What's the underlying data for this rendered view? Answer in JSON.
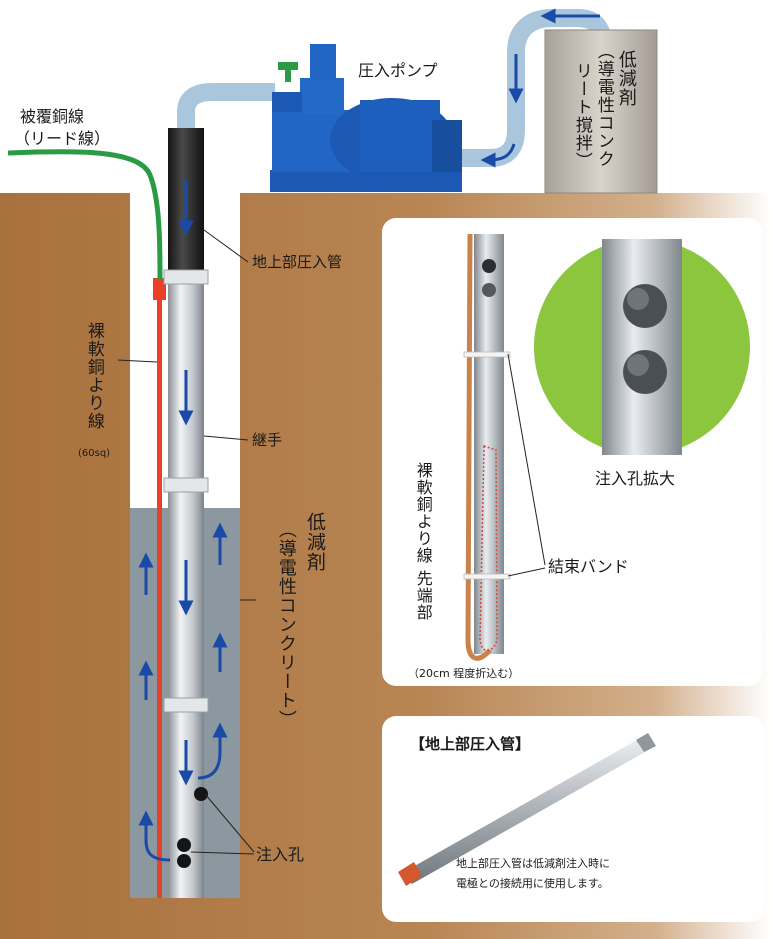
{
  "labels": {
    "pump": "圧入ポンプ",
    "tank_title": "低減剤",
    "tank_sub1": "（導電性コンク",
    "tank_sub2": "リート撹拌）",
    "lead_wire1": "被覆銅線",
    "lead_wire2": "（リード線）",
    "surface_pipe": "地上部圧入管",
    "joint": "継手",
    "copper_strand": "裸軟銅より線",
    "copper_spec": "(60sq)",
    "agent_title": "低減剤",
    "agent_sub": "（導電性コンクリート）",
    "injection_hole": "注入孔",
    "hole_zoom": "注入孔拡大",
    "band": "結束バンド",
    "strand_tip": "裸軟銅より線 先端部",
    "fold_note": "（20cm 程度折込む）",
    "pipe_box_title": "【地上部圧入管】",
    "pipe_box_note1": "地上部圧入管は低減剤注入時に",
    "pipe_box_note2": "電極との接続用に使用します。"
  },
  "colors": {
    "soil": "#b07a45",
    "concrete": "#8e9aa2",
    "pipe": "#c8ccd0",
    "pump": "#1b59b5",
    "flow_arrow": "#1a4aa8",
    "copper": "#e8402a",
    "lead": "#2a9a45",
    "zoom_bg": "#8cc63e"
  }
}
